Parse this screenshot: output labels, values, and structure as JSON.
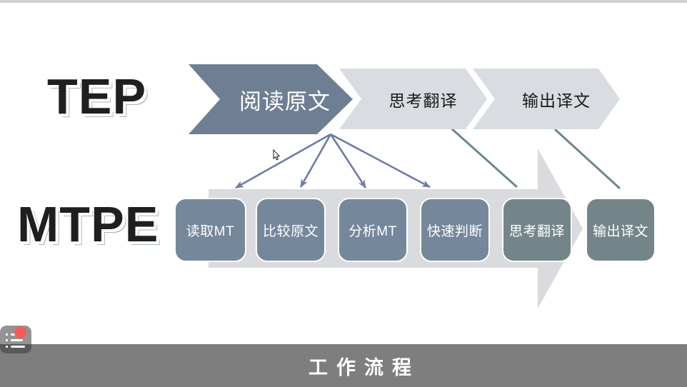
{
  "theme": {
    "top-strip": "#D2D2D2",
    "heading-text": "#1F1F1F",
    "heading-outline": "#A3BCA9",
    "chevron-dark": "#6E7F93",
    "chevron-light": "#D9DCE1",
    "chevron-light-text": "#1A1A1A",
    "arrow-band": "#D9DBDE",
    "box-blue": "#75889B",
    "box-teal": "#74858A",
    "connector-blue": "#6E7CA6",
    "connector-teal": "#6C878D",
    "footer-bg": "#7E7E7E",
    "footer-text": "#FFFFFF",
    "notification-red": "#F25C55"
  },
  "tep": {
    "heading": "TEP",
    "active_step_index": 0,
    "steps": [
      "阅读原文",
      "思考翻译",
      "输出译文"
    ]
  },
  "mtpe": {
    "heading": "MTPE",
    "steps": [
      "读取MT",
      "比较原文",
      "分析MT",
      "快速判断",
      "思考翻译",
      "输出译文"
    ]
  },
  "footer": {
    "title": "工作流程"
  },
  "overlay_icon": {
    "name": "annotation-list",
    "has_notification": true
  }
}
